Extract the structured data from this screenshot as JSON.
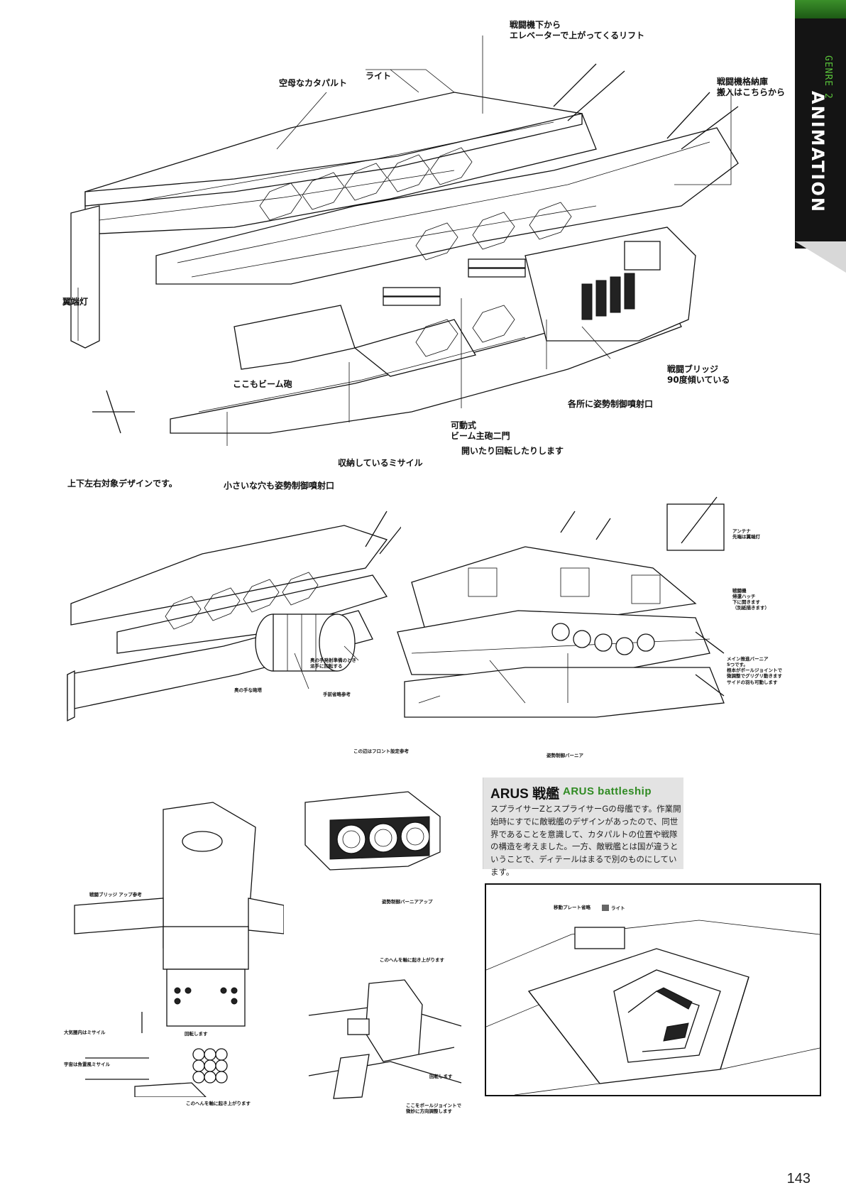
{
  "tab": {
    "genre": "GENRE 2",
    "section": "ANIMATION"
  },
  "page_number": "143",
  "top_labels": {
    "lift": "戦闘機下から\nエレベーターで上がってくるリフト",
    "light": "ライト",
    "catapult": "空母なカタパルト",
    "hangar": "戦闘機格納庫\n搬入はこちらから",
    "wingtip": "翼端灯",
    "beam_also": "ここもビーム砲",
    "bridge": "戦闘ブリッジ\n90度傾いている",
    "thrusters": "各所に姿勢制御噴射口",
    "main_cannon": "可動式\nビーム主砲二門",
    "rotate": "開いたり回転したりします",
    "missile": "収納しているミサイル",
    "symmetric": "上下左右対象デザインです。",
    "small_holes": "小さいな穴も姿勢制御噴射口"
  },
  "mid_labels": {
    "antenna": "アンテナ\n先端は翼端灯",
    "hatch": "戦闘機\n帰還ハッチ\n下に開きます\n（別紙描きます）",
    "main_thruster": "メイン推進バーニア\n5つです。\n根本がボールジョイントで\n微調整でグリグリ動きます\nサイドの羽も可動します",
    "rear_launch": "奥の手発射準備のとき\n派手に回転する",
    "turret": "奥の手な砲塔",
    "front_ref": "手前省略参考",
    "front_setting": "この辺はフロント設定参考",
    "attitude_verniers": "姿勢制御バーニア"
  },
  "info": {
    "title": "ARUS 戦艦",
    "subtitle": "ARUS battleship",
    "body": "スプライサーZとスプライサーGの母艦です。作業開始時にすでに敵戦艦のデザインがあったので、同世界であることを意識して、カタパルトの位置や戦隊の構造を考えました。一方、敵戦艦とは国が違うということで、ディテールはまるで別のものにしています。"
  },
  "bottom_labels": {
    "bridge_up": "戦闘ブリッジ アップ参考",
    "vernier_up": "姿勢制御バーニアアップ",
    "atmo_missile": "大気圏内はミサイル",
    "space_missile": "宇宙は魚雷風ミサイル",
    "rotates": "回転します",
    "rises_axis": "このへんを軸に起き上がります",
    "rises_axis_2": "このへんを軸に起き上がります",
    "rotates_2": "回転します",
    "ball_joint": "ここをボールジョイントで\n微妙に方向調整します",
    "plate_omit": "移動プレート省略",
    "light_legend": "ライト"
  },
  "colors": {
    "tab_bg": "#141414",
    "tab_accent": "#3b8f2a",
    "subtitle": "#2f8a22",
    "info_bg": "#e3e3e3"
  }
}
